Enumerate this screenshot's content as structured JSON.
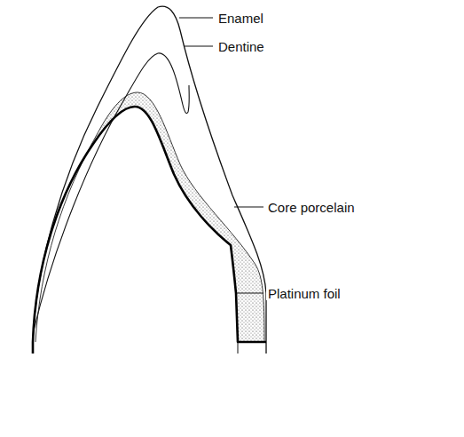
{
  "diagram": {
    "labels": [
      "Enamel",
      "Dentine",
      "Core porcelain",
      "Platinum foil"
    ]
  }
}
